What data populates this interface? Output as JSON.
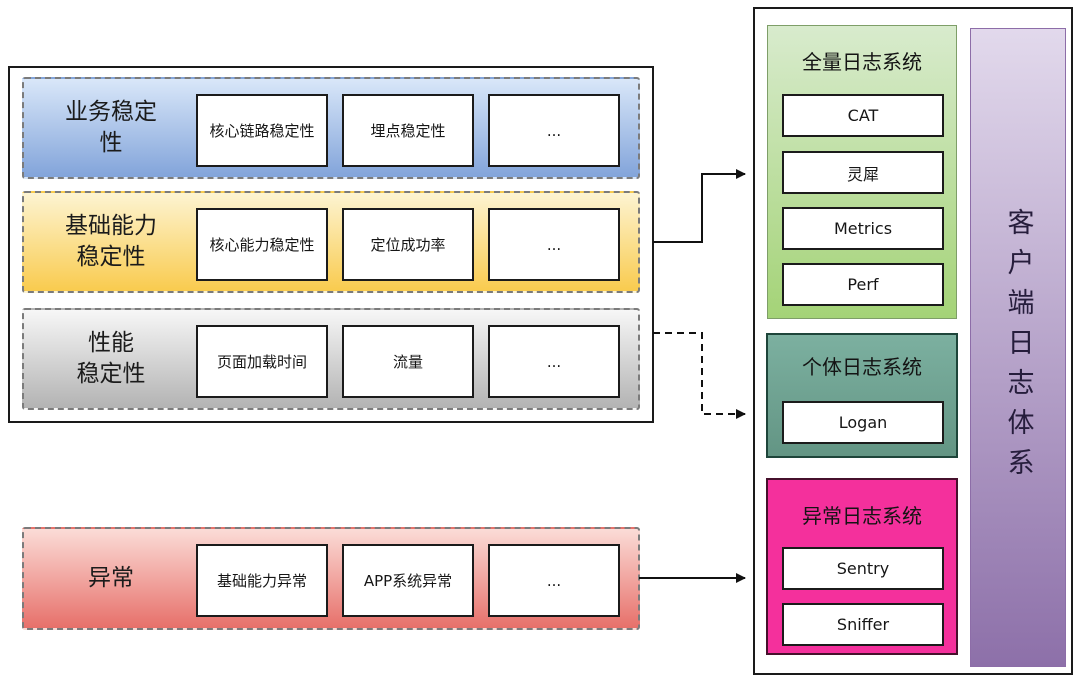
{
  "left_panel": {
    "rows": [
      {
        "id": "business-stability",
        "label": "业务稳定\n性",
        "boxes": [
          "核心链路稳定性",
          "埋点稳定性",
          "..."
        ]
      },
      {
        "id": "basic-capability-stability",
        "label": "基础能力\n稳定性",
        "boxes": [
          "核心能力稳定性",
          "定位成功率",
          "..."
        ]
      },
      {
        "id": "performance-stability",
        "label": "性能\n稳定性",
        "boxes": [
          "页面加载时间",
          "流量",
          "..."
        ]
      }
    ]
  },
  "exception_row": {
    "id": "exception",
    "label": "异常",
    "boxes": [
      "基础能力异常",
      "APP系统异常",
      "..."
    ]
  },
  "right_panel": {
    "side_label": "客户端日志体系",
    "sections": [
      {
        "id": "full-log-system",
        "title": "全量日志系统",
        "boxes": [
          "CAT",
          "灵犀",
          "Metrics",
          "Perf"
        ]
      },
      {
        "id": "individual-log-system",
        "title": "个体日志系统",
        "boxes": [
          "Logan"
        ]
      },
      {
        "id": "exception-log-system",
        "title": "异常日志系统",
        "boxes": [
          "Sentry",
          "Sniffer"
        ]
      }
    ]
  },
  "connections": [
    {
      "from": "基础能力稳定性",
      "to": "全量日志系统",
      "style": "solid"
    },
    {
      "from": "性能稳定性",
      "to": "个体日志系统",
      "style": "dashed"
    },
    {
      "from": "异常",
      "to": "异常日志系统",
      "style": "solid"
    }
  ],
  "colors": {
    "blue_row": [
      "#d9e7f9",
      "#82a4da"
    ],
    "yellow_row": [
      "#fdf4d2",
      "#f9cb4e"
    ],
    "gray_row": [
      "#f7f7f7",
      "#b3b3b3"
    ],
    "red_row": [
      "#fbdcd7",
      "#e7706a"
    ],
    "green_panel": [
      "#d8ebcd",
      "#a4d377"
    ],
    "teal_panel": [
      "#7cb0a0",
      "#639584"
    ],
    "magenta_panel": "#f4309c",
    "purple_bar": [
      "#e2d9ec",
      "#8d70a9"
    ],
    "box_border": "#1b1b1b",
    "arrow": "#111111"
  }
}
